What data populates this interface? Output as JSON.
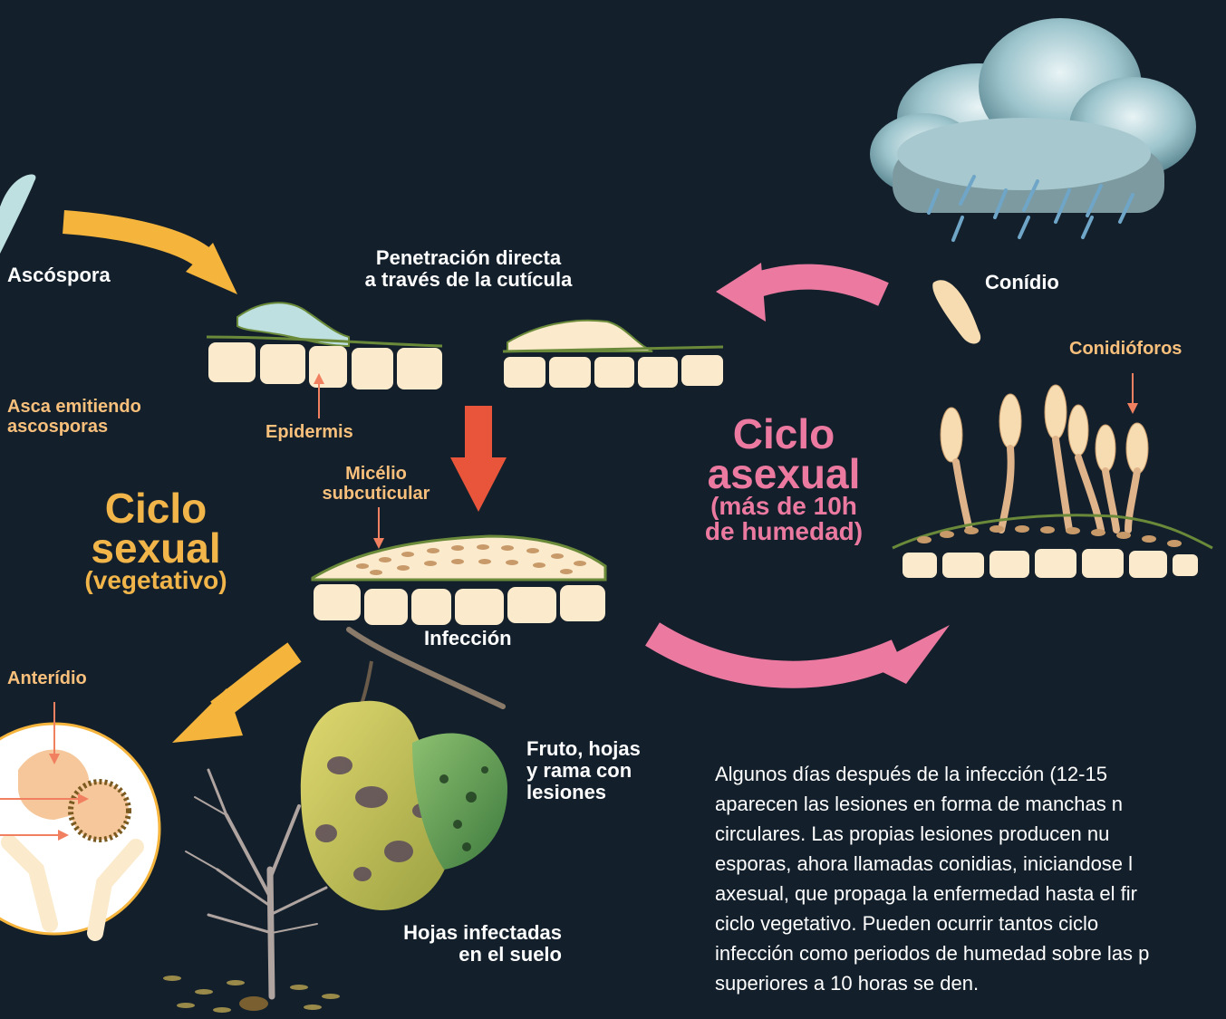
{
  "labels": {
    "ascospora": "Ascóspora",
    "penetracion_1": "Penetración directa",
    "penetracion_2": "a través de la cutícula",
    "conidio": "Conídio",
    "conidioforos": "Conidióforos",
    "asca_1": "Asca emitiendo",
    "asca_2": "ascosporas",
    "epidermis": "Epidermis",
    "micelio_1": "Micélio",
    "micelio_2": "subcuticular",
    "infeccion": "Infección",
    "anteridio": "Anterídio",
    "fruto_1": "Fruto, hojas",
    "fruto_2": "y rama con",
    "fruto_3": "lesiones",
    "hojas_1": "Hojas infectadas",
    "hojas_2": "en el suelo"
  },
  "cycles": {
    "sexual": {
      "title_1": "Ciclo",
      "title_2": "sexual",
      "subtitle": "(vegetativo)"
    },
    "asexual": {
      "title_1": "Ciclo",
      "title_2": "asexual",
      "subtitle_1": "(más de 10h",
      "subtitle_2": "de humedad)"
    }
  },
  "paragraph": [
    "Algunos días después de la infección (12-15",
    "aparecen las lesiones en forma de manchas n",
    "circulares. Las propias lesiones producen nu",
    "esporas, ahora llamadas conidias, iniciandose l",
    "axesual, que propaga la enfermedad hasta el fir",
    "ciclo vegetativo. Pueden ocurrir tantos ciclo",
    "infección como periodos de humedad sobre las p",
    "superiores a 10 horas se den."
  ],
  "colors": {
    "background": "#13202c",
    "sexual": "#f2b54a",
    "asexual": "#ec7aa0",
    "arrow_orange": "#f5b43c",
    "arrow_pink": "#ec7aa0",
    "arrow_red": "#e8553a",
    "cell": "#fbeacb",
    "cuticle": "#6a8a3a"
  }
}
